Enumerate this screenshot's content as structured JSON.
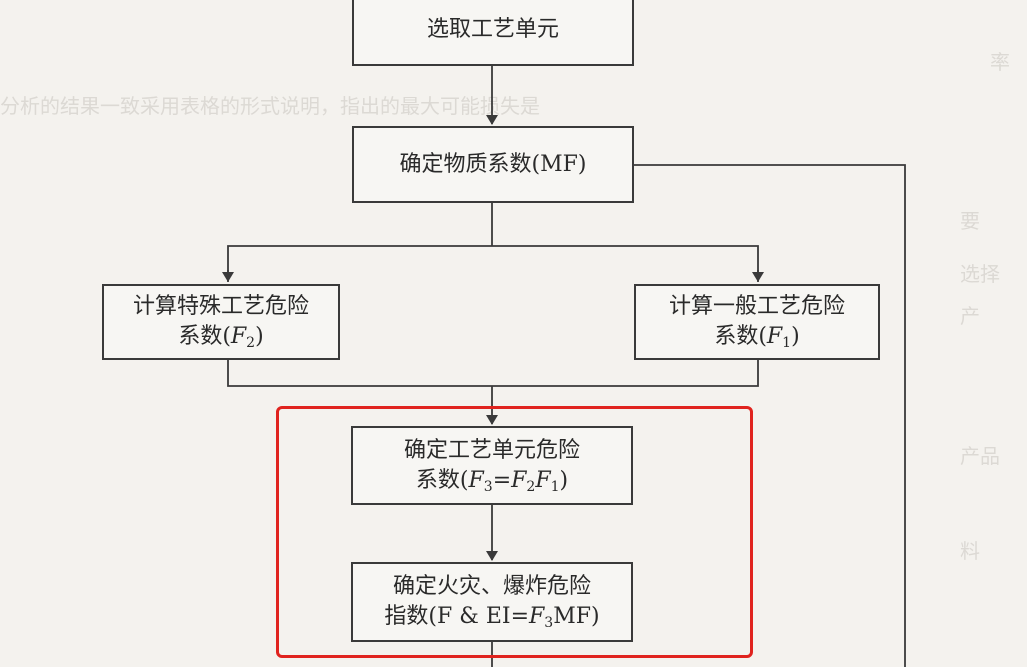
{
  "boxes": {
    "select_unit": {
      "line1": "选取工艺单元"
    },
    "mf": {
      "line1": "确定物质系数(MF)"
    },
    "f2": {
      "line1": "计算特殊工艺危险",
      "prefix": "系数(",
      "sym": "F",
      "sub": "2",
      "suffix": ")"
    },
    "f1": {
      "line1": "计算一般工艺危险",
      "prefix": "系数(",
      "sym": "F",
      "sub": "1",
      "suffix": ")"
    },
    "f3": {
      "line1": "确定工艺单元危险",
      "prefix": "系数(",
      "a": "F",
      "a_sub": "3",
      "eq": "=",
      "b": "F",
      "b_sub": "2",
      "c": "F",
      "c_sub": "1",
      "suffix": ")"
    },
    "fei": {
      "line1": "确定火灾、爆炸危险",
      "prefix": "指数(F & EI=",
      "a": "F",
      "a_sub": "3",
      "mid": "MF",
      "suffix": ")"
    }
  },
  "colors": {
    "highlight": "#e0231e",
    "line": "#3a3a3a"
  }
}
